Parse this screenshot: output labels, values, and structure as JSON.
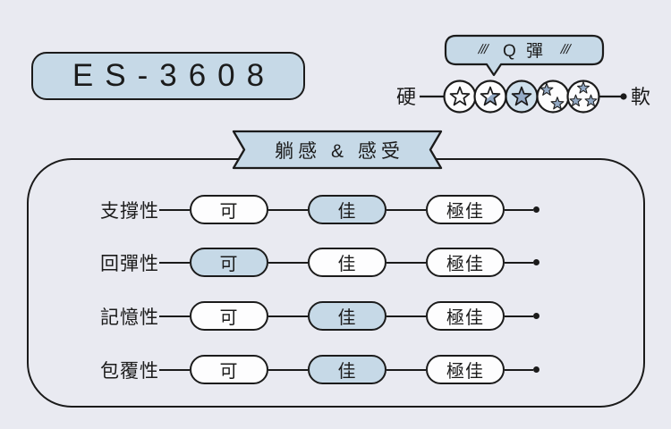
{
  "colors": {
    "background": "#e9eaf1",
    "accent_light_blue": "#c6d9e7",
    "active_circle_blue": "#cfe0ec",
    "star_blue": "#94aac5",
    "ink": "#1b1b1b"
  },
  "model_badge": {
    "label": "ES-3608"
  },
  "firmness": {
    "bubble_label": "Q 彈",
    "hatch_left": "///",
    "hatch_right": "///",
    "hard_label": "硬",
    "soft_label": "軟",
    "levels": [
      {
        "level": 1,
        "stars": 1,
        "style": "outline",
        "active": false
      },
      {
        "level": 2,
        "stars": 1,
        "style": "half-filled",
        "active": false
      },
      {
        "level": 3,
        "stars": 1,
        "style": "filled",
        "active": true
      },
      {
        "level": 4,
        "stars": 2,
        "style": "filled",
        "active": false
      },
      {
        "level": 5,
        "stars": 3,
        "style": "filled",
        "active": false
      }
    ],
    "selected_level": 3
  },
  "section": {
    "ribbon_title": "躺感 & 感受"
  },
  "chart_data": {
    "type": "table",
    "title": "躺感 & 感受",
    "categories": [
      "可",
      "佳",
      "極佳"
    ],
    "rows": [
      {
        "label": "支撐性",
        "selected": "佳",
        "options": [
          {
            "label": "可",
            "filled": false
          },
          {
            "label": "佳",
            "filled": true
          },
          {
            "label": "極佳",
            "filled": false
          }
        ]
      },
      {
        "label": "回彈性",
        "selected": "可",
        "options": [
          {
            "label": "可",
            "filled": true
          },
          {
            "label": "佳",
            "filled": false
          },
          {
            "label": "極佳",
            "filled": false
          }
        ]
      },
      {
        "label": "記憶性",
        "selected": "佳",
        "options": [
          {
            "label": "可",
            "filled": false
          },
          {
            "label": "佳",
            "filled": true
          },
          {
            "label": "極佳",
            "filled": false
          }
        ]
      },
      {
        "label": "包覆性",
        "selected": "佳",
        "options": [
          {
            "label": "可",
            "filled": false
          },
          {
            "label": "佳",
            "filled": true
          },
          {
            "label": "極佳",
            "filled": false
          }
        ]
      }
    ]
  }
}
